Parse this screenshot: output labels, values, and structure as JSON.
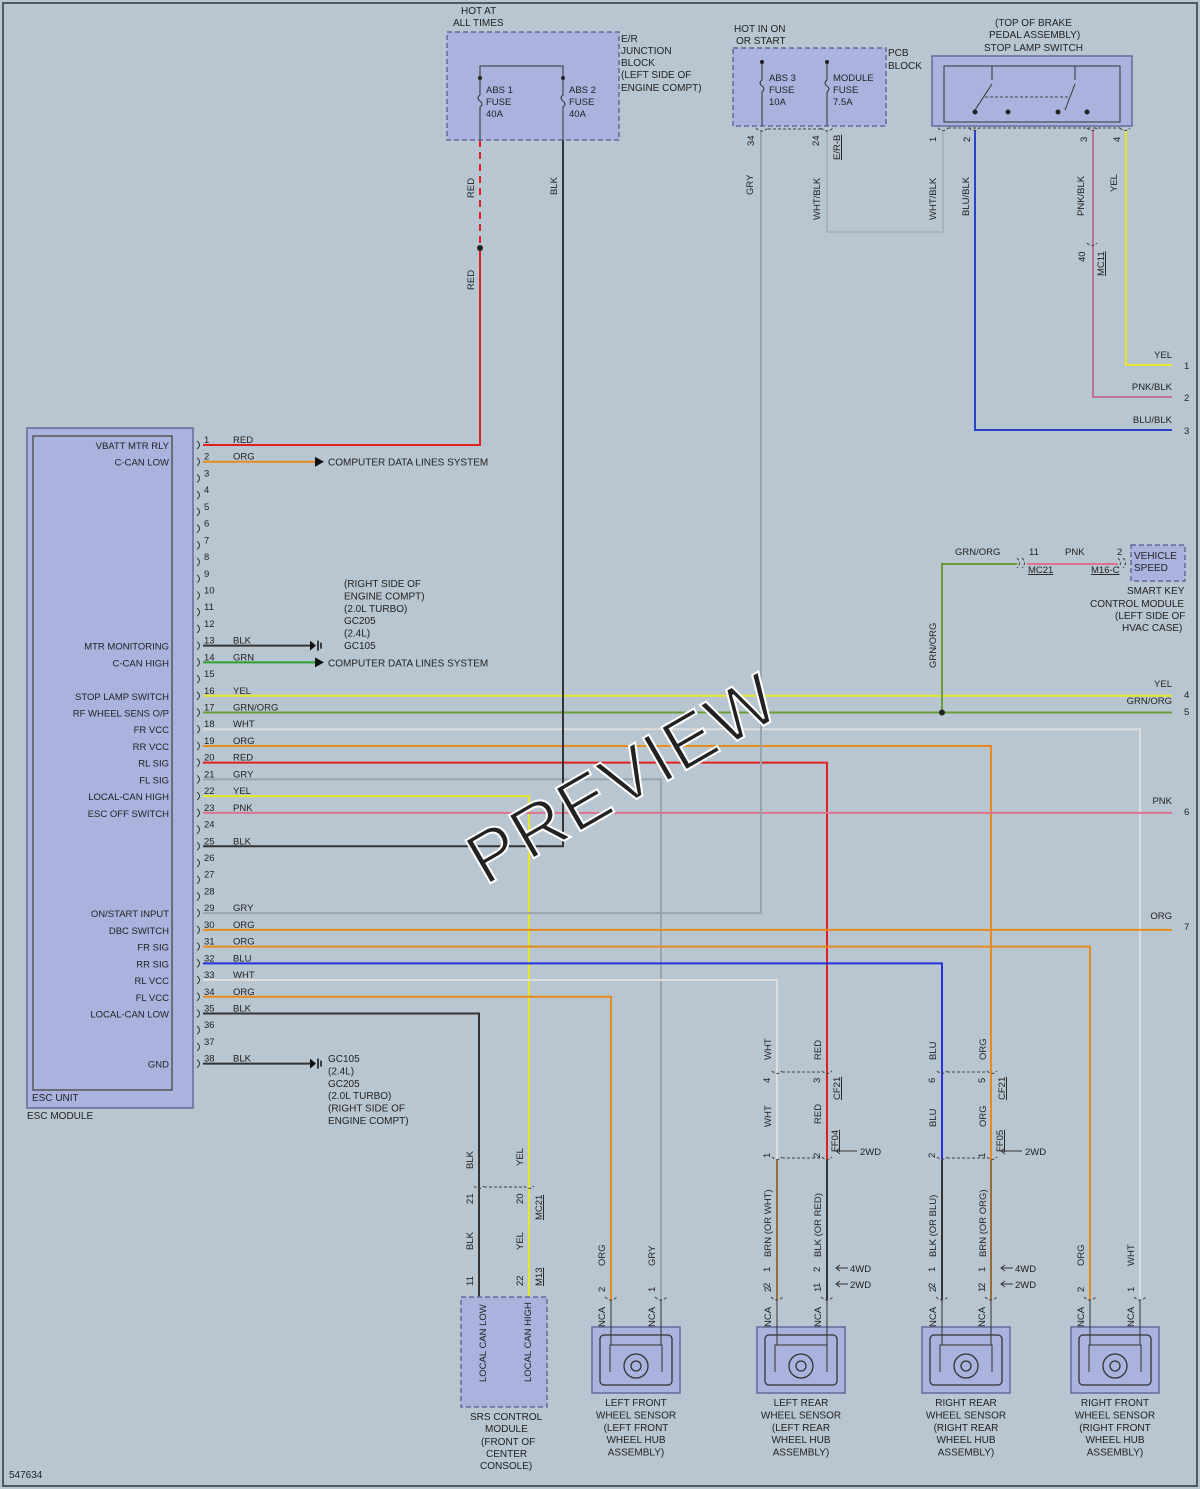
{
  "figure_id": "547634",
  "watermark": "PREVIEW",
  "colors": {
    "RED": "#e02020",
    "ORG": "#e88a20",
    "BLK": "#333333",
    "GRN": "#2fa02f",
    "YEL": "#e6e62a",
    "GRN/ORG": "#6a9d3a",
    "WHT": "#dddddd",
    "GRY": "#9aa4ad",
    "PNK": "#e07090",
    "BLU": "#2233dd",
    "BLU/BLK": "#2a40c8",
    "PNK/BLK": "#c07090",
    "WHT/BLK": "#aab4bc",
    "BRN": "#9a6b3a"
  },
  "esc_module": {
    "unit_label": "ESC UNIT",
    "module_label": "ESC MODULE",
    "pins": [
      {
        "num": "1",
        "signal": "VBATT MTR RLY",
        "wire": "RED"
      },
      {
        "num": "2",
        "signal": "C-CAN LOW",
        "wire": "ORG"
      },
      {
        "num": "3",
        "signal": "",
        "wire": ""
      },
      {
        "num": "4",
        "signal": "",
        "wire": ""
      },
      {
        "num": "5",
        "signal": "",
        "wire": ""
      },
      {
        "num": "6",
        "signal": "",
        "wire": ""
      },
      {
        "num": "7",
        "signal": "",
        "wire": ""
      },
      {
        "num": "8",
        "signal": "",
        "wire": ""
      },
      {
        "num": "9",
        "signal": "",
        "wire": ""
      },
      {
        "num": "10",
        "signal": "",
        "wire": ""
      },
      {
        "num": "11",
        "signal": "",
        "wire": ""
      },
      {
        "num": "12",
        "signal": "",
        "wire": ""
      },
      {
        "num": "13",
        "signal": "MTR MONITORING",
        "wire": "BLK"
      },
      {
        "num": "14",
        "signal": "C-CAN HIGH",
        "wire": "GRN"
      },
      {
        "num": "15",
        "signal": "",
        "wire": ""
      },
      {
        "num": "16",
        "signal": "STOP LAMP SWITCH",
        "wire": "YEL"
      },
      {
        "num": "17",
        "signal": "RF WHEEL SENS O/P",
        "wire": "GRN/ORG"
      },
      {
        "num": "18",
        "signal": "FR VCC",
        "wire": "WHT"
      },
      {
        "num": "19",
        "signal": "RR VCC",
        "wire": "ORG"
      },
      {
        "num": "20",
        "signal": "RL SIG",
        "wire": "RED"
      },
      {
        "num": "21",
        "signal": "FL SIG",
        "wire": "GRY"
      },
      {
        "num": "22",
        "signal": "LOCAL-CAN HIGH",
        "wire": "YEL"
      },
      {
        "num": "23",
        "signal": "ESC OFF SWITCH",
        "wire": "PNK"
      },
      {
        "num": "24",
        "signal": "",
        "wire": ""
      },
      {
        "num": "25",
        "signal": "",
        "wire": "BLK"
      },
      {
        "num": "26",
        "signal": "",
        "wire": ""
      },
      {
        "num": "27",
        "signal": "",
        "wire": ""
      },
      {
        "num": "28",
        "signal": "",
        "wire": ""
      },
      {
        "num": "29",
        "signal": "ON/START INPUT",
        "wire": "GRY"
      },
      {
        "num": "30",
        "signal": "DBC SWITCH",
        "wire": "ORG"
      },
      {
        "num": "31",
        "signal": "FR SIG",
        "wire": "ORG"
      },
      {
        "num": "32",
        "signal": "RR SIG",
        "wire": "BLU"
      },
      {
        "num": "33",
        "signal": "RL VCC",
        "wire": "WHT"
      },
      {
        "num": "34",
        "signal": "FL VCC",
        "wire": "ORG"
      },
      {
        "num": "35",
        "signal": "LOCAL-CAN LOW",
        "wire": "BLK"
      },
      {
        "num": "36",
        "signal": "",
        "wire": ""
      },
      {
        "num": "37",
        "signal": "",
        "wire": ""
      },
      {
        "num": "38",
        "signal": "GND",
        "wire": "BLK"
      }
    ]
  },
  "wire_colors_text": {
    "RED": "RED",
    "BLK": "BLK",
    "GRY": "GRY",
    "WHT_BLK": "WHT/BLK",
    "BLU_BLK": "BLU/BLK",
    "PNK_BLK": "PNK/BLK",
    "YEL": "YEL",
    "GRN_ORG": "GRN/ORG",
    "PNK": "PNK",
    "ORG": "ORG",
    "WHT": "WHT",
    "BLU": "BLU",
    "BRN_OR_WHT": "BRN (OR WHT)",
    "BLK_OR_RED": "BLK (OR RED)",
    "BLK_OR_BLU": "BLK (OR BLU)",
    "BRN_OR_ORG": "BRN (OR ORG)",
    "BRN": "BRN"
  },
  "computer_data_lines": "COMPUTER DATA LINES SYSTEM",
  "ground_gc105_13": [
    "(RIGHT SIDE OF",
    "ENGINE COMPT)",
    "(2.0L TURBO)",
    "GC205",
    "(2.4L)",
    "GC105"
  ],
  "ground_gc105_38": [
    "GC105",
    "(2.4L)",
    "GC205",
    "(2.0L TURBO)",
    "(RIGHT SIDE OF",
    "ENGINE COMPT)"
  ],
  "er_junction": {
    "hot_label": [
      "HOT AT",
      "ALL TIMES"
    ],
    "name": [
      "E/R",
      "JUNCTION",
      "BLOCK",
      "(LEFT SIDE OF",
      "ENGINE COMPT)"
    ],
    "fuse1": [
      "ABS 1",
      "FUSE",
      "40A"
    ],
    "fuse2": [
      "ABS 2",
      "FUSE",
      "40A"
    ]
  },
  "pcb_block": {
    "hot_label": [
      "HOT IN ON",
      "OR START"
    ],
    "name": [
      "PCB",
      "BLOCK"
    ],
    "fuse1": [
      "ABS 3",
      "FUSE",
      "10A"
    ],
    "fuse2": [
      "MODULE",
      "FUSE",
      "7.5A"
    ],
    "pin34": "34",
    "pin24": "24",
    "connector": "E/R-B"
  },
  "stop_lamp": {
    "name": [
      "(TOP OF BRAKE",
      "PEDAL ASSEMBLY)",
      "STOP LAMP SWITCH"
    ],
    "pins": [
      "1",
      "2",
      "3",
      "4"
    ],
    "mc11_pin": "40",
    "mc11": "MC11"
  },
  "right_terminals": [
    {
      "num": "1",
      "wire": "YEL"
    },
    {
      "num": "2",
      "wire": "PNK/BLK"
    },
    {
      "num": "3",
      "wire": "BLU/BLK"
    },
    {
      "num": "4",
      "wire": "YEL"
    },
    {
      "num": "5",
      "wire": "GRN/ORG"
    },
    {
      "num": "6",
      "wire": "PNK"
    },
    {
      "num": "7",
      "wire": "ORG"
    }
  ],
  "smart_key": {
    "mc21_pin": "11",
    "mc21": "MC21",
    "m16_pin": "2",
    "m16": "M16-C",
    "vehicle_speed": [
      "VEHICLE",
      "SPEED"
    ],
    "name": [
      "SMART KEY",
      "CONTROL MODULE",
      "(LEFT SIDE OF",
      "HVAC CASE)"
    ]
  },
  "srs": {
    "name": [
      "SRS CONTROL",
      "MODULE",
      "(FRONT OF",
      "CENTER",
      "CONSOLE)"
    ],
    "pin_low_label": "LOCAL CAN LOW",
    "pin_high_label": "LOCAL CAN HIGH",
    "mc21_pins": [
      "21",
      "20"
    ],
    "mc21": "MC21",
    "m13_pins": [
      "11",
      "22"
    ],
    "m13": "M13"
  },
  "sensors": [
    {
      "name": [
        "LEFT FRONT",
        "WHEEL SENSOR",
        "(LEFT FRONT",
        "WHEEL HUB",
        "ASSEMBLY)"
      ],
      "pins": [
        "2",
        "1"
      ]
    },
    {
      "name": [
        "LEFT REAR",
        "WHEEL SENSOR",
        "(LEFT REAR",
        "WHEEL HUB",
        "ASSEMBLY)"
      ],
      "pins": [
        "2",
        "1"
      ]
    },
    {
      "name": [
        "RIGHT REAR",
        "WHEEL SENSOR",
        "(RIGHT REAR",
        "WHEEL HUB",
        "ASSEMBLY)"
      ],
      "pins": [
        "2",
        "1"
      ]
    },
    {
      "name": [
        "RIGHT FRONT",
        "WHEEL SENSOR",
        "(RIGHT FRONT",
        "WHEEL HUB",
        "ASSEMBLY)"
      ],
      "pins": [
        "2",
        "1"
      ]
    }
  ],
  "nca": "NCA",
  "cf21": "CF21",
  "ff04": "FF04",
  "ff05": "FF05",
  "two_wd": "2WD",
  "four_wd": "4WD",
  "pin_nums": {
    "p1": "1",
    "p2": "2",
    "p3": "3",
    "p4": "4",
    "p5": "5",
    "p6": "6"
  }
}
